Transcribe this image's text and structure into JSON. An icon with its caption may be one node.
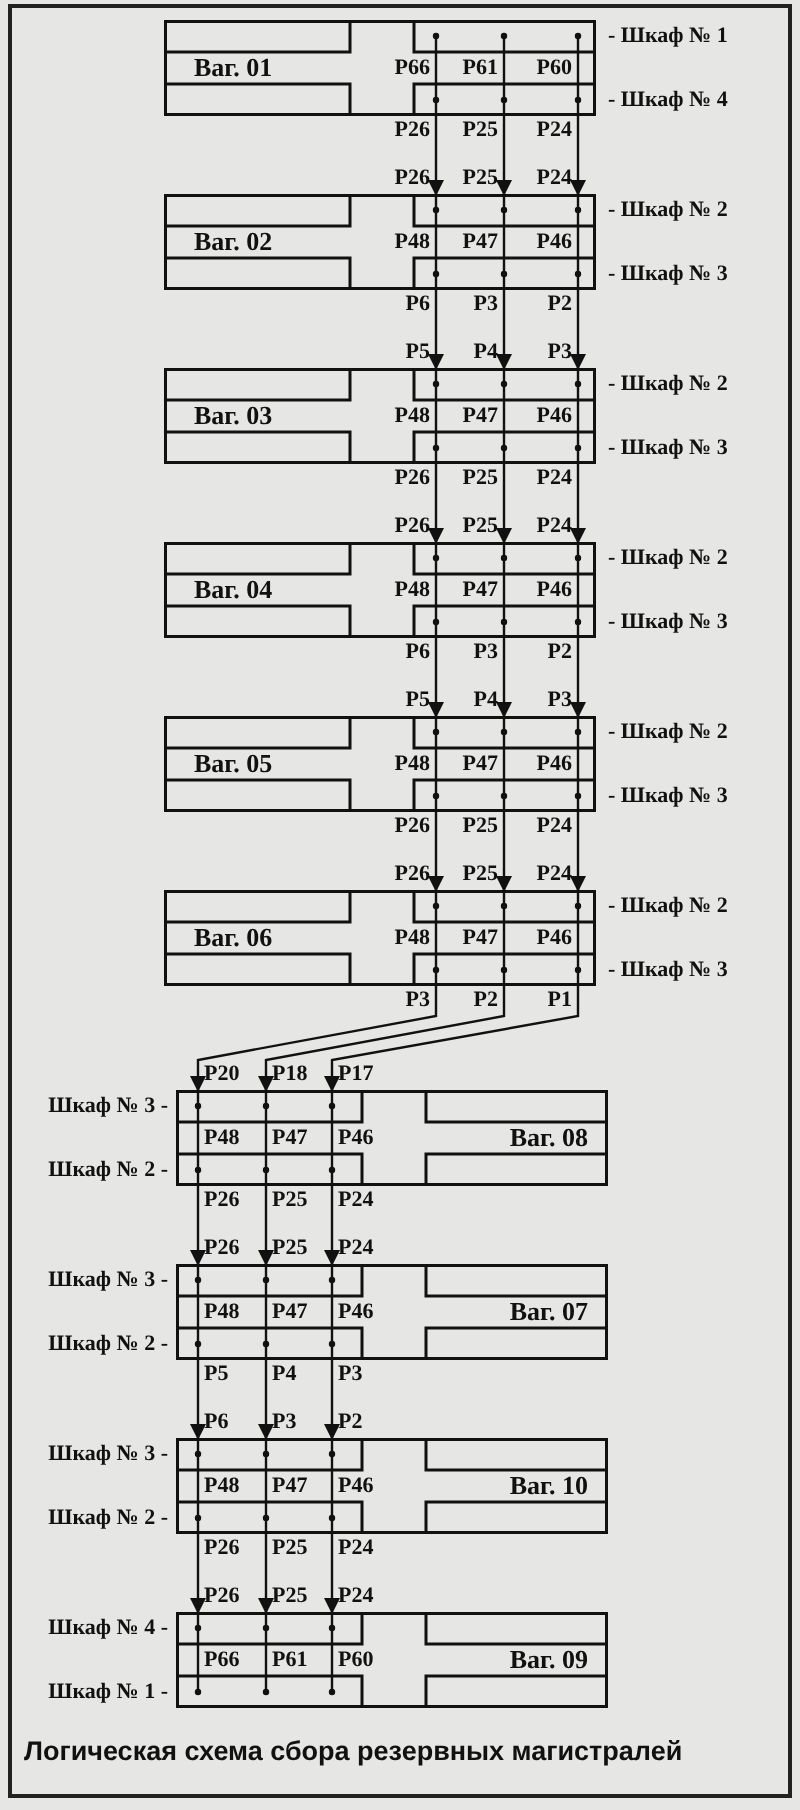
{
  "diagram": {
    "caption": "Логическая схема сбора резервных магистралей",
    "nodes": [
      {
        "text": [
          "Ваг. 01",
          "P66",
          "P61",
          "P60"
        ],
        "beside": [
          "- Шкаф № 1",
          "- Шкаф № 4"
        ]
      },
      {
        "text": [
          "Ваг. 02",
          "P48",
          "P47",
          "P46"
        ],
        "beside": [
          "- Шкаф № 2",
          "- Шкаф № 3"
        ]
      },
      {
        "text": [
          "Ваг. 03",
          "P48",
          "P47",
          "P46"
        ],
        "beside": [
          "- Шкаф № 2",
          "- Шкаф № 3"
        ]
      },
      {
        "text": [
          "Ваг. 04",
          "P48",
          "P47",
          "P46"
        ],
        "beside": [
          "- Шкаф № 2",
          "- Шкаф № 3"
        ]
      },
      {
        "text": [
          "Ваг. 05",
          "P48",
          "P47",
          "P46"
        ],
        "beside": [
          "- Шкаф № 2",
          "- Шкаф № 3"
        ]
      },
      {
        "text": [
          "Ваг. 06",
          "P48",
          "P47",
          "P46"
        ],
        "beside": [
          "- Шкаф № 2",
          "- Шкаф № 3"
        ]
      },
      {
        "text": [
          "P48",
          "P47",
          "P46",
          "Ваг. 08"
        ],
        "beside": [
          "Шкаф № 3 -",
          "Шкаф № 2 -"
        ]
      },
      {
        "text": [
          "P48",
          "P47",
          "P46",
          "Ваг. 07"
        ],
        "beside": [
          "Шкаф № 3 -",
          "Шкаф № 2 -"
        ]
      },
      {
        "text": [
          "P48",
          "P47",
          "P46",
          "Ваг. 10"
        ],
        "beside": [
          "Шкаф № 3 -",
          "Шкаф № 2 -"
        ]
      },
      {
        "text": [
          "P66",
          "P61",
          "P60",
          "Ваг. 09"
        ],
        "beside": [
          "Шкаф № 4 -",
          "Шкаф № 1 -"
        ]
      }
    ],
    "edges": [
      {
        "from": 0,
        "to": 1,
        "arrow": "to"
      },
      {
        "from": 0,
        "to": 1,
        "arrow": "to"
      },
      {
        "from": 0,
        "to": 1,
        "arrow": "to"
      },
      {
        "from": 1,
        "to": 2,
        "arrow": "to"
      },
      {
        "from": 1,
        "to": 2,
        "arrow": "to"
      },
      {
        "from": 1,
        "to": 2,
        "arrow": "to"
      },
      {
        "from": 2,
        "to": 3,
        "arrow": "to"
      },
      {
        "from": 2,
        "to": 3,
        "arrow": "to"
      },
      {
        "from": 2,
        "to": 3,
        "arrow": "to"
      },
      {
        "from": 3,
        "to": 4,
        "arrow": "to"
      },
      {
        "from": 3,
        "to": 4,
        "arrow": "to"
      },
      {
        "from": 3,
        "to": 4,
        "arrow": "to"
      },
      {
        "from": 4,
        "to": 5,
        "arrow": "to"
      },
      {
        "from": 4,
        "to": 5,
        "arrow": "to"
      },
      {
        "from": 4,
        "to": 5,
        "arrow": "to"
      },
      {
        "from": 5,
        "to": 6,
        "arrow": "to"
      },
      {
        "from": 5,
        "to": 6,
        "arrow": "to"
      },
      {
        "from": 5,
        "to": 6,
        "arrow": "to"
      },
      {
        "from": 6,
        "to": 7,
        "arrow": "to"
      },
      {
        "from": 6,
        "to": 7,
        "arrow": "to"
      },
      {
        "from": 6,
        "to": 7,
        "arrow": "to"
      },
      {
        "from": 7,
        "to": 8,
        "arrow": "to"
      },
      {
        "from": 7,
        "to": 8,
        "arrow": "to"
      },
      {
        "from": 7,
        "to": 8,
        "arrow": "to"
      },
      {
        "from": 8,
        "to": 9,
        "arrow": "to"
      },
      {
        "from": 8,
        "to": 9,
        "arrow": "to"
      },
      {
        "from": 8,
        "to": 9,
        "arrow": "to"
      }
    ],
    "labels": [
      "P26",
      "P25",
      "P24",
      "P26",
      "P25",
      "P24",
      "P6",
      "P3",
      "P2",
      "P5",
      "P4",
      "P3",
      "P26",
      "P25",
      "P24",
      "P26",
      "P25",
      "P24",
      "P6",
      "P3",
      "P2",
      "P5",
      "P4",
      "P3",
      "P26",
      "P25",
      "P24",
      "P26",
      "P25",
      "P24",
      "P3",
      "P2",
      "P1",
      "P20",
      "P18",
      "P17",
      "P26",
      "P25",
      "P24",
      "P26",
      "P25",
      "P24",
      "P5",
      "P4",
      "P3",
      "P6",
      "P3",
      "P2",
      "P26",
      "P25",
      "P24",
      "P26",
      "P25",
      "P24"
    ]
  }
}
